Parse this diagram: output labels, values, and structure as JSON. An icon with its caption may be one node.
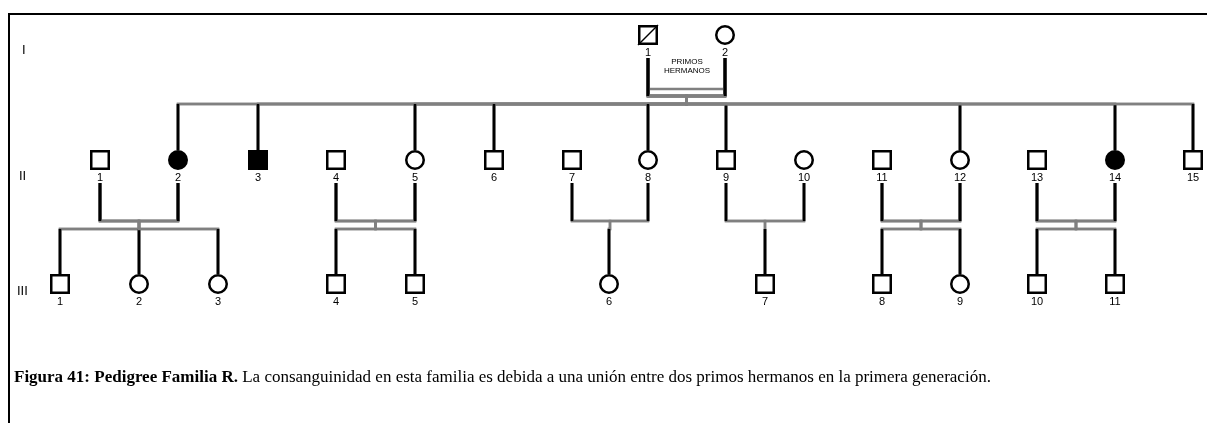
{
  "diagram": {
    "caption": "**Figura 41: Pedigree Familia R.** La consanguinidad en esta familia es debida a una unión entre dos primos hermanos en la primera generación.",
    "nodes": [
      {
        "text": [
          "1"
        ]
      },
      {
        "text": [
          "2"
        ]
      },
      {
        "text": [
          "1"
        ]
      },
      {
        "text": [
          "2"
        ]
      },
      {
        "text": [
          "3"
        ]
      },
      {
        "text": [
          "4"
        ]
      },
      {
        "text": [
          "5"
        ]
      },
      {
        "text": [
          "6"
        ]
      },
      {
        "text": [
          "7"
        ]
      },
      {
        "text": [
          "8"
        ]
      },
      {
        "text": [
          "9"
        ]
      },
      {
        "text": [
          "10"
        ]
      },
      {
        "text": [
          "11"
        ]
      },
      {
        "text": [
          "12"
        ]
      },
      {
        "text": [
          "13"
        ]
      },
      {
        "text": [
          "14"
        ]
      },
      {
        "text": [
          "15"
        ]
      },
      {
        "text": [
          "1"
        ]
      },
      {
        "text": [
          "2"
        ]
      },
      {
        "text": [
          "3"
        ]
      },
      {
        "text": [
          "4"
        ]
      },
      {
        "text": [
          "5"
        ]
      },
      {
        "text": [
          "6"
        ]
      },
      {
        "text": [
          "7"
        ]
      },
      {
        "text": [
          "8"
        ]
      },
      {
        "text": [
          "9"
        ]
      },
      {
        "text": [
          "10"
        ]
      },
      {
        "text": [
          "11"
        ]
      }
    ],
    "edges": [
      {
        "from": 0,
        "to": 1,
        "arrow": "none"
      },
      {
        "from": 0,
        "to": 3,
        "arrow": "none"
      },
      {
        "from": 0,
        "to": 4,
        "arrow": "none"
      },
      {
        "from": 0,
        "to": 6,
        "arrow": "none"
      },
      {
        "from": 0,
        "to": 7,
        "arrow": "none"
      },
      {
        "from": 0,
        "to": 9,
        "arrow": "none"
      },
      {
        "from": 0,
        "to": 10,
        "arrow": "none"
      },
      {
        "from": 0,
        "to": 13,
        "arrow": "none"
      },
      {
        "from": 0,
        "to": 15,
        "arrow": "none"
      },
      {
        "from": 0,
        "to": 16,
        "arrow": "none"
      },
      {
        "from": 1,
        "to": 3,
        "arrow": "none"
      },
      {
        "from": 1,
        "to": 4,
        "arrow": "none"
      },
      {
        "from": 1,
        "to": 6,
        "arrow": "none"
      },
      {
        "from": 1,
        "to": 7,
        "arrow": "none"
      },
      {
        "from": 1,
        "to": 9,
        "arrow": "none"
      },
      {
        "from": 1,
        "to": 10,
        "arrow": "none"
      },
      {
        "from": 1,
        "to": 13,
        "arrow": "none"
      },
      {
        "from": 1,
        "to": 15,
        "arrow": "none"
      },
      {
        "from": 1,
        "to": 16,
        "arrow": "none"
      },
      {
        "from": 2,
        "to": 3,
        "arrow": "none"
      },
      {
        "from": 5,
        "to": 6,
        "arrow": "none"
      },
      {
        "from": 8,
        "to": 9,
        "arrow": "none"
      },
      {
        "from": 10,
        "to": 11,
        "arrow": "none"
      },
      {
        "from": 12,
        "to": 13,
        "arrow": "none"
      },
      {
        "from": 14,
        "to": 15,
        "arrow": "none"
      },
      {
        "from": 2,
        "to": 17,
        "arrow": "none"
      },
      {
        "from": 2,
        "to": 18,
        "arrow": "none"
      },
      {
        "from": 2,
        "to": 19,
        "arrow": "none"
      },
      {
        "from": 3,
        "to": 17,
        "arrow": "none"
      },
      {
        "from": 3,
        "to": 18,
        "arrow": "none"
      },
      {
        "from": 3,
        "to": 19,
        "arrow": "none"
      },
      {
        "from": 5,
        "to": 20,
        "arrow": "none"
      },
      {
        "from": 5,
        "to": 21,
        "arrow": "none"
      },
      {
        "from": 6,
        "to": 20,
        "arrow": "none"
      },
      {
        "from": 6,
        "to": 21,
        "arrow": "none"
      },
      {
        "from": 8,
        "to": 22,
        "arrow": "none"
      },
      {
        "from": 9,
        "to": 22,
        "arrow": "none"
      },
      {
        "from": 10,
        "to": 23,
        "arrow": "none"
      },
      {
        "from": 11,
        "to": 23,
        "arrow": "none"
      },
      {
        "from": 12,
        "to": 24,
        "arrow": "none"
      },
      {
        "from": 12,
        "to": 25,
        "arrow": "none"
      },
      {
        "from": 13,
        "to": 24,
        "arrow": "none"
      },
      {
        "from": 13,
        "to": 25,
        "arrow": "none"
      },
      {
        "from": 14,
        "to": 26,
        "arrow": "none"
      },
      {
        "from": 14,
        "to": 27,
        "arrow": "none"
      },
      {
        "from": 15,
        "to": 26,
        "arrow": "none"
      },
      {
        "from": 15,
        "to": 27,
        "arrow": "none"
      }
    ],
    "labels": [
      "I",
      "PRIMOS HERMANOS",
      "II",
      "III"
    ]
  }
}
